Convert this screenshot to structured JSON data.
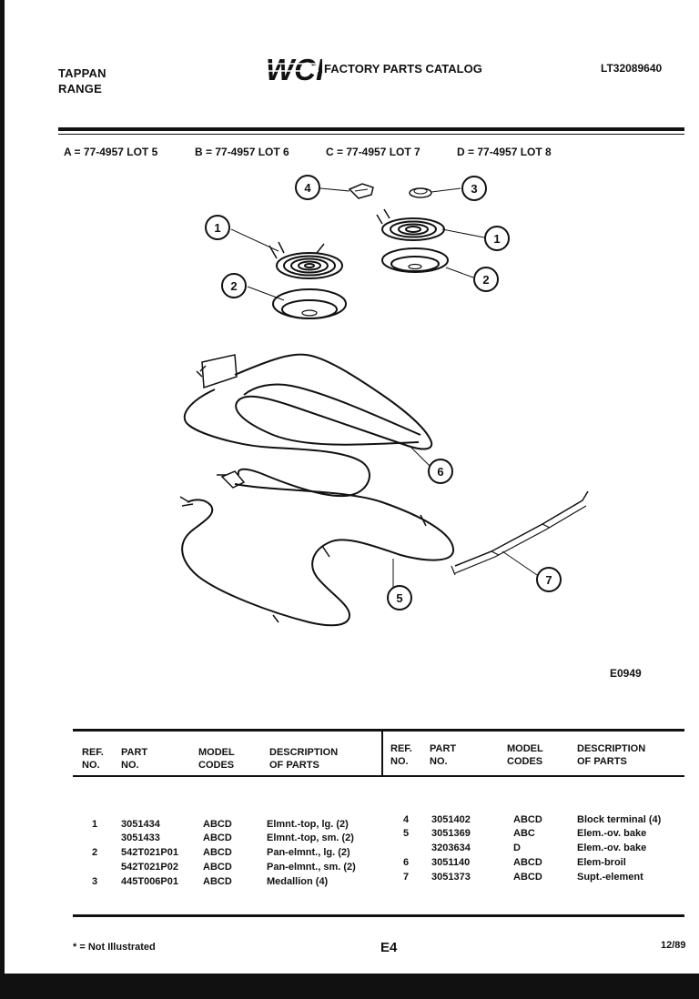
{
  "header": {
    "brand_line1": "TAPPAN",
    "brand_line2": "RANGE",
    "logo_text": "WCI",
    "catalog_title": "FACTORY PARTS CATALOG",
    "catalog_code": "LT32089640"
  },
  "lots": [
    "A = 77-4957 LOT 5",
    "B = 77-4957 LOT 6",
    "C = 77-4957 LOT 7",
    "D = 77-4957 LOT 8"
  ],
  "diagram": {
    "figure_code": "E0949",
    "callouts": [
      "4",
      "3",
      "1",
      "1",
      "2",
      "2",
      "6",
      "5",
      "7"
    ]
  },
  "table": {
    "headers_left": {
      "ref": [
        "REF.",
        "NO."
      ],
      "part": [
        "PART",
        "NO."
      ],
      "model": [
        "MODEL",
        "CODES"
      ],
      "desc": [
        "DESCRIPTION",
        "OF PARTS"
      ]
    },
    "headers_right": {
      "ref": [
        "REF.",
        "NO."
      ],
      "part": [
        "PART",
        "NO."
      ],
      "model": [
        "MODEL",
        "CODES"
      ],
      "desc": [
        "DESCRIPTION",
        "OF PARTS"
      ]
    },
    "rows_left": [
      {
        "ref": "1",
        "part": "3051434",
        "model": "ABCD",
        "desc": "Elmnt.-top, lg. (2)"
      },
      {
        "ref": "",
        "part": "3051433",
        "model": "ABCD",
        "desc": "Elmnt.-top, sm. (2)"
      },
      {
        "ref": "2",
        "part": "542T021P01",
        "model": "ABCD",
        "desc": "Pan-elmnt., lg. (2)"
      },
      {
        "ref": "",
        "part": "542T021P02",
        "model": "ABCD",
        "desc": "Pan-elmnt., sm. (2)"
      },
      {
        "ref": "3",
        "part": "445T006P01",
        "model": "ABCD",
        "desc": "Medallion (4)"
      }
    ],
    "rows_right": [
      {
        "ref": "4",
        "part": "3051402",
        "model": "ABCD",
        "desc": "Block terminal (4)"
      },
      {
        "ref": "5",
        "part": "3051369",
        "model": "ABC",
        "desc": "Elem.-ov. bake"
      },
      {
        "ref": "",
        "part": "3203634",
        "model": "D",
        "desc": "Elem.-ov. bake"
      },
      {
        "ref": "6",
        "part": "3051140",
        "model": "ABCD",
        "desc": "Elem-broil"
      },
      {
        "ref": "7",
        "part": "3051373",
        "model": "ABCD",
        "desc": "Supt.-element"
      }
    ]
  },
  "footer": {
    "note": "* = Not Illustrated",
    "page": "E4",
    "date": "12/89"
  }
}
